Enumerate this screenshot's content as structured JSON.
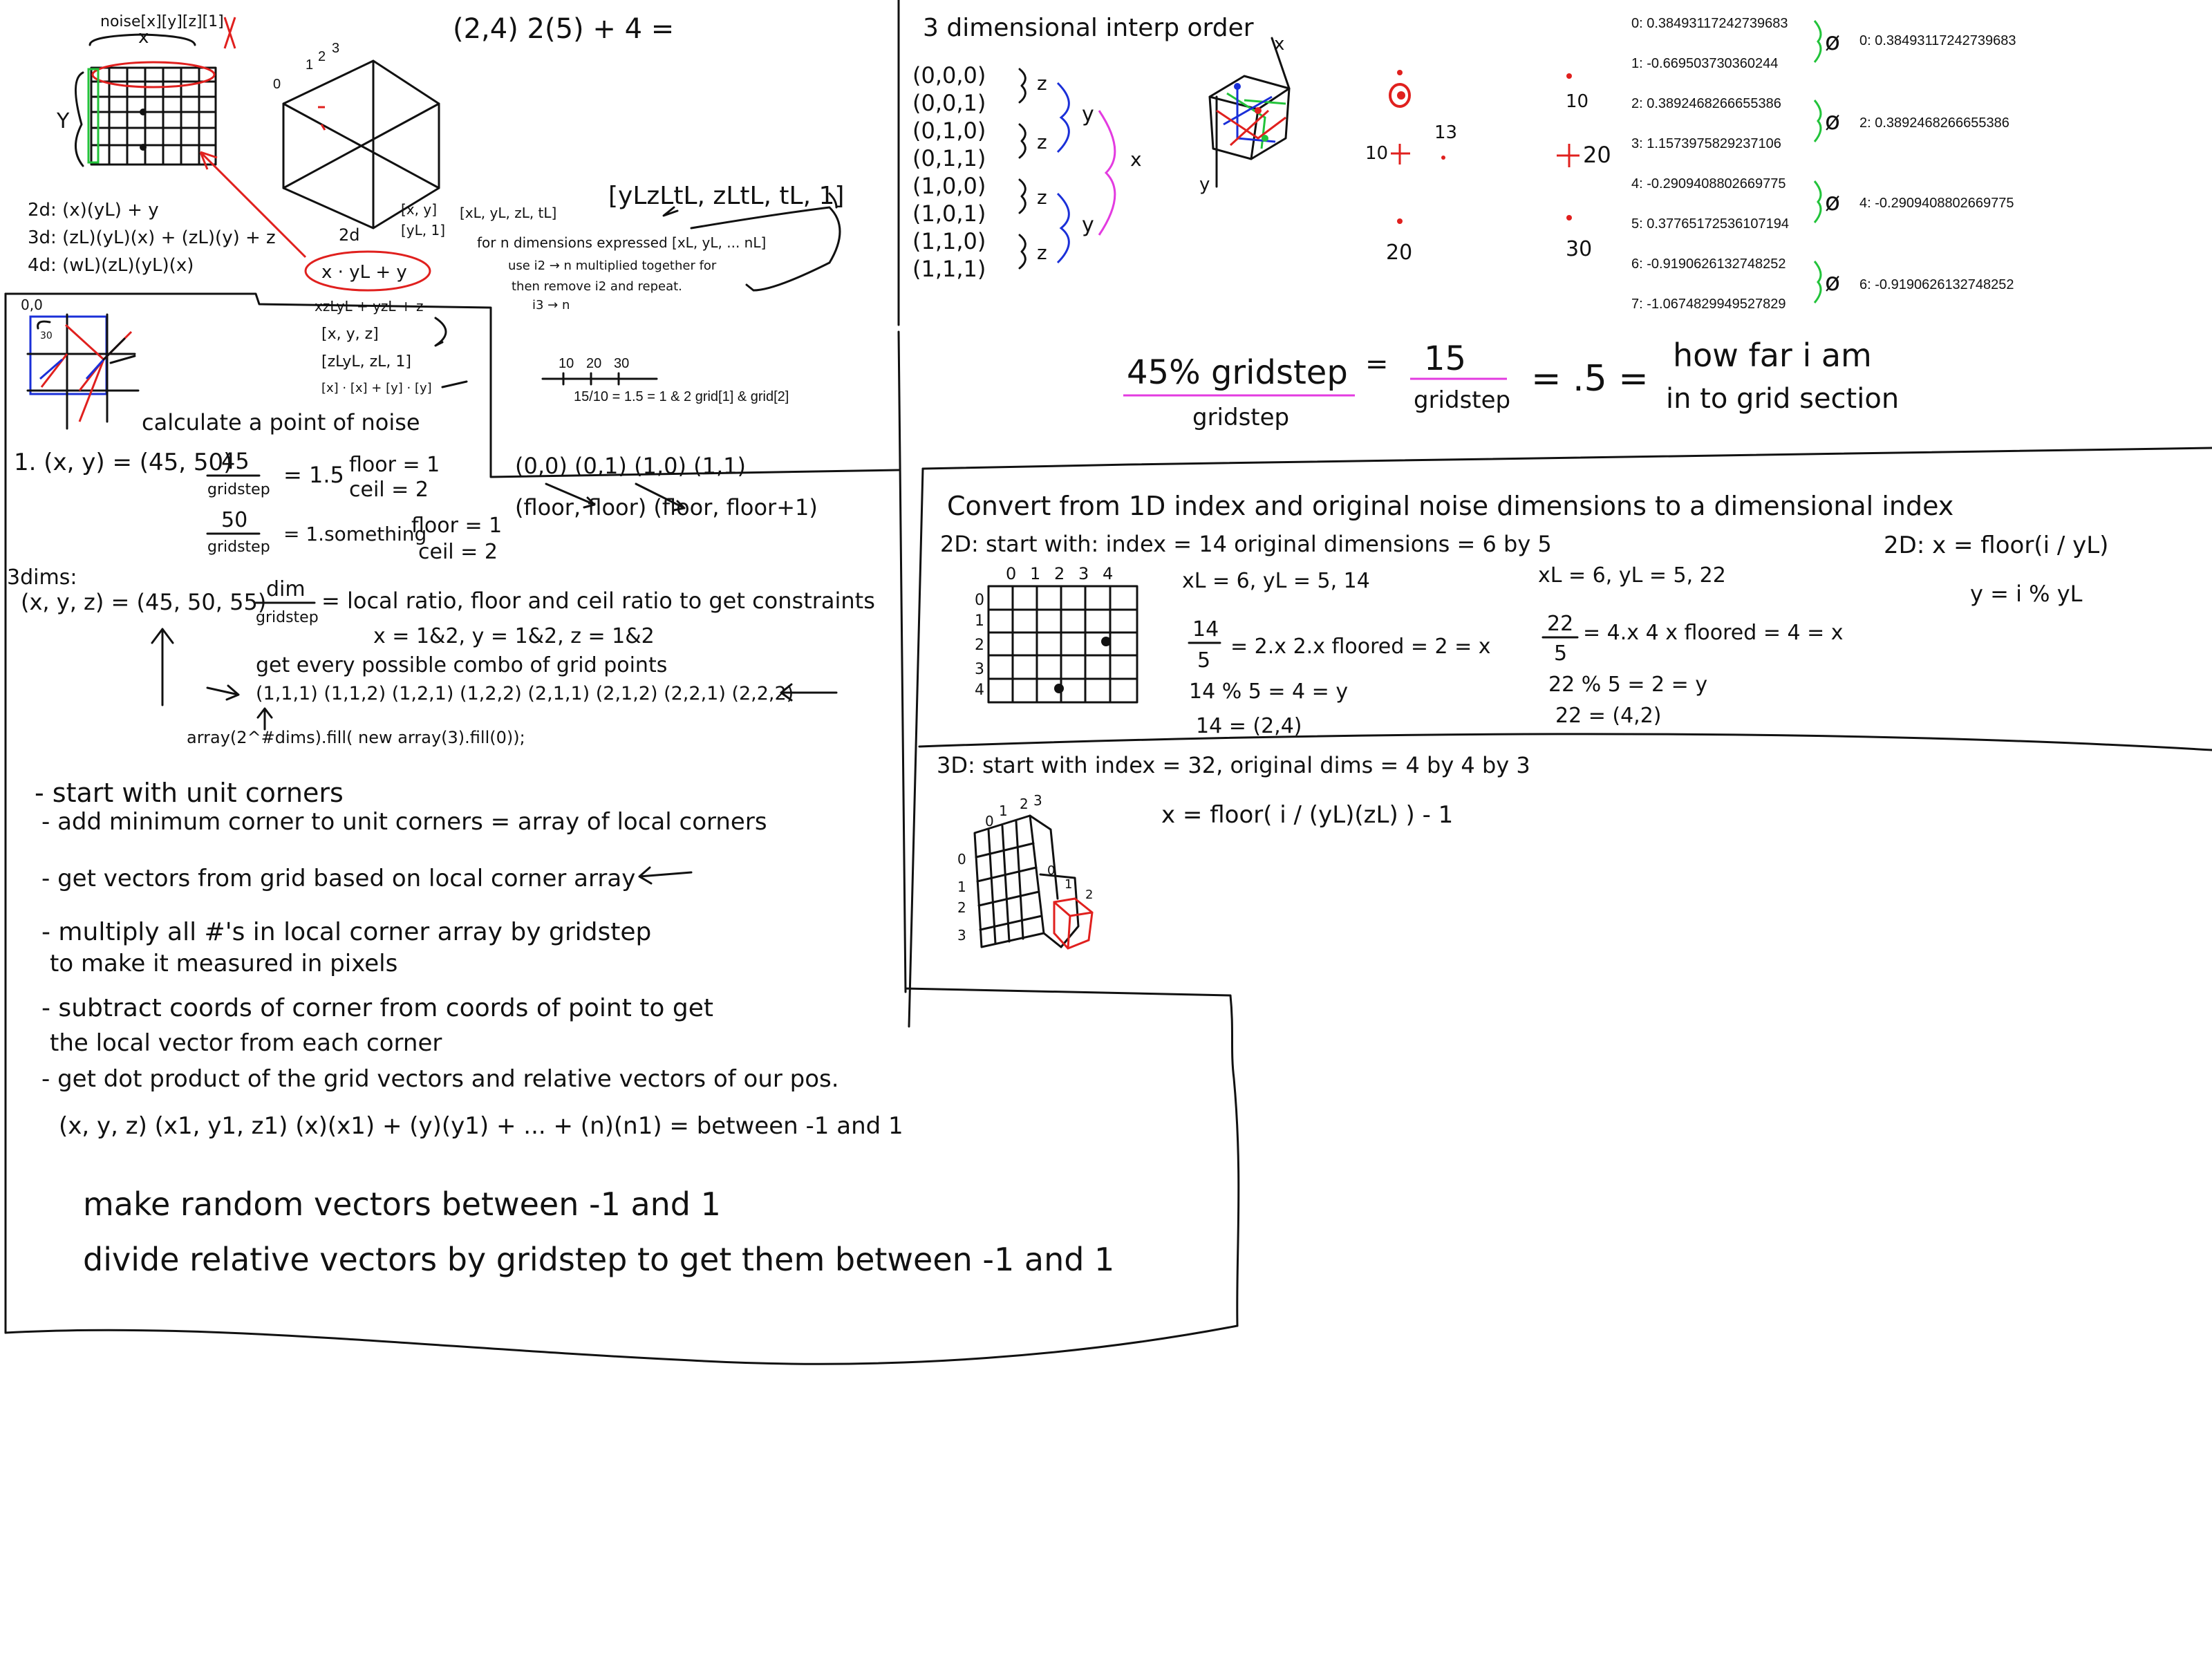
{
  "colors": {
    "ink": "#111111",
    "red": "#e0201e",
    "green": "#22c33a",
    "blue": "#1a2fd8",
    "magenta": "#e33be0"
  },
  "p1": {
    "noise_label": "noise[x][y][z][1]",
    "x_label": "x",
    "y_label": "Y",
    "eq_2d": "2d: (x)(yL) + y",
    "eq_3d": "3d: (zL)(yL)(x) + (zL)(y) + z",
    "eq_4d": "4d: (wL)(zL)(yL)(x)",
    "hex_label": "2d",
    "hex_ticks": [
      "0",
      "1",
      "2",
      "3"
    ],
    "small_xy": "[x, y]",
    "small_yl": "[yL, 1]",
    "red_formula": "x · yL + y",
    "xzly": "xzLyL + yzL + z",
    "xyz": "[x, y, z]",
    "zlyl": "[zLyL, zL, 1]",
    "xx": "[x] · [x] + [y] · [y]",
    "xlyl_hdr": "[xL, yL, zL, tL]",
    "ndim_1": "for n dimensions expressed [xL, yL, ... nL]",
    "ndim_2": "use i2 → n multiplied together for",
    "ndim_3": "then remove i2 and repeat.",
    "ndim_4": "i3 → n",
    "big_bracket": "[yLzLtL, zLtL, tL, 1]",
    "top_eq": "(2,4)   2(5) + 4   =",
    "origin": "0,0",
    "sq_label": "30"
  },
  "numline": {
    "ticks": [
      "10",
      "20",
      "30"
    ],
    "caption": "15/10 = 1.5 = 1 & 2   grid[1] & grid[2]"
  },
  "p2": {
    "title": "3 dimensional interp order",
    "tuples": [
      "(0,0,0)",
      "(0,0,1)",
      "(0,1,0)",
      "(0,1,1)",
      "(1,0,0)",
      "(1,0,1)",
      "(1,1,0)",
      "(1,1,1)"
    ],
    "z": "z",
    "y": "y",
    "x": "x",
    "cube_x": "x",
    "cube_y": "y"
  },
  "dots": {
    "n10a": "10",
    "n13": "13",
    "n10b": "10",
    "n20a": "20",
    "n20b": "20",
    "n30": "30"
  },
  "values": {
    "left": [
      "0: 0.38493117242739683",
      "1: -0.669503730360244",
      "2: 0.3892468266655386",
      "3: 1.1573975829237106",
      "4: -0.2909408802669775",
      "5: 0.37765172536107194",
      "6: -0.9190626132748252",
      "7: -1.0674829949527829"
    ],
    "right": [
      "0: 0.38493117242739683",
      "2: 0.3892468266655386",
      "4: -0.2909408802669775",
      "6: -0.9190626132748252"
    ],
    "mark": "ø"
  },
  "pct": {
    "a": "45% gridstep",
    "a_den": "gridstep",
    "b_num": "15",
    "b_den": "gridstep",
    "eq1": "=",
    "eq2": "= .5 =",
    "how1": "how far i am",
    "how2": "in to grid section"
  },
  "calc": {
    "title": "calculate a point of noise",
    "s1": "1. (x, y) = (45, 50)",
    "f1_num": "45",
    "f1_den": "gridstep",
    "f1_res": "= 1.5",
    "floor1": "floor = 1",
    "ceil1": "ceil = 2",
    "f2_num": "50",
    "f2_den": "gridstep",
    "f2_res": "= 1.something",
    "floor2": "floor = 1",
    "ceil2": "ceil = 2",
    "pairs": "(0,0) (0,1) (1,0) (1,1)",
    "floors": "(floor, floor)   (floor, floor+1)",
    "dims": "3dims:",
    "xyz": "(x, y, z) = (45, 50, 55)",
    "dim_num": "dim",
    "dim_den": "gridstep",
    "dim_eq": "= local ratio, floor and ceil ratio to get constraints",
    "ranges": "x = 1&2, y = 1&2, z = 1&2",
    "combo": "get every possible combo of grid points",
    "list": "(1,1,1) (1,1,2) (1,2,1) (1,2,2) (2,1,1) (2,1,2) (2,2,1) (2,2,2)",
    "arr": "array(2^#dims).fill( new array(3).fill(0));"
  },
  "steps": [
    "- start with unit corners",
    "- add minimum corner to unit corners = array of local corners",
    "- get vectors from grid based on local corner array",
    "- multiply all #'s in local corner array by gridstep",
    "  to make it measured in pixels",
    "- subtract coords of corner from coords of point to get",
    "  the local vector from each corner",
    "- get dot product of the grid vectors and relative vectors of our pos.",
    "  (x, y, z) (x1, y1, z1)  (x)(x1) + (y)(y1) + ... + (n)(n1) = between -1 and 1"
  ],
  "bottom": [
    "make random vectors between -1 and 1",
    "divide relative vectors by gridstep to get them between -1 and 1"
  ],
  "conv": {
    "title": "Convert from 1D index and original noise dimensions to a dimensional index",
    "start2d": "2D: start with:  index = 14   original dimensions = 6 by 5",
    "cols": [
      "0",
      "1",
      "2",
      "3",
      "4"
    ],
    "rows": [
      "0",
      "1",
      "2",
      "3",
      "4"
    ],
    "a1": "xL = 6, yL = 5, 14",
    "a2n": "14",
    "a2d": "5",
    "a2r": "= 2.x   2.x floored = 2 = x",
    "a3": "14 % 5 = 4 = y",
    "a4": "14 = (2,4)",
    "b1": "xL = 6, yL = 5, 22",
    "b2n": "22",
    "b2d": "5",
    "b2r": "= 4.x   4 x floored = 4 = x",
    "b3": "22 % 5 = 2 = y",
    "b4": "22 = (4,2)",
    "f2d_x": "2D:   x = floor(i / yL)",
    "f2d_y": "y = i % yL",
    "start3d": "3D: start with index = 32, original dims = 4 by 4 by 3",
    "f3d": "x = floor( i / (yL)(zL) ) - 1",
    "c3_cols": [
      "0",
      "1",
      "2",
      "3"
    ],
    "c3_rows": [
      "0",
      "1",
      "2",
      "3"
    ],
    "c3_small": [
      "0",
      "1",
      "2"
    ]
  }
}
